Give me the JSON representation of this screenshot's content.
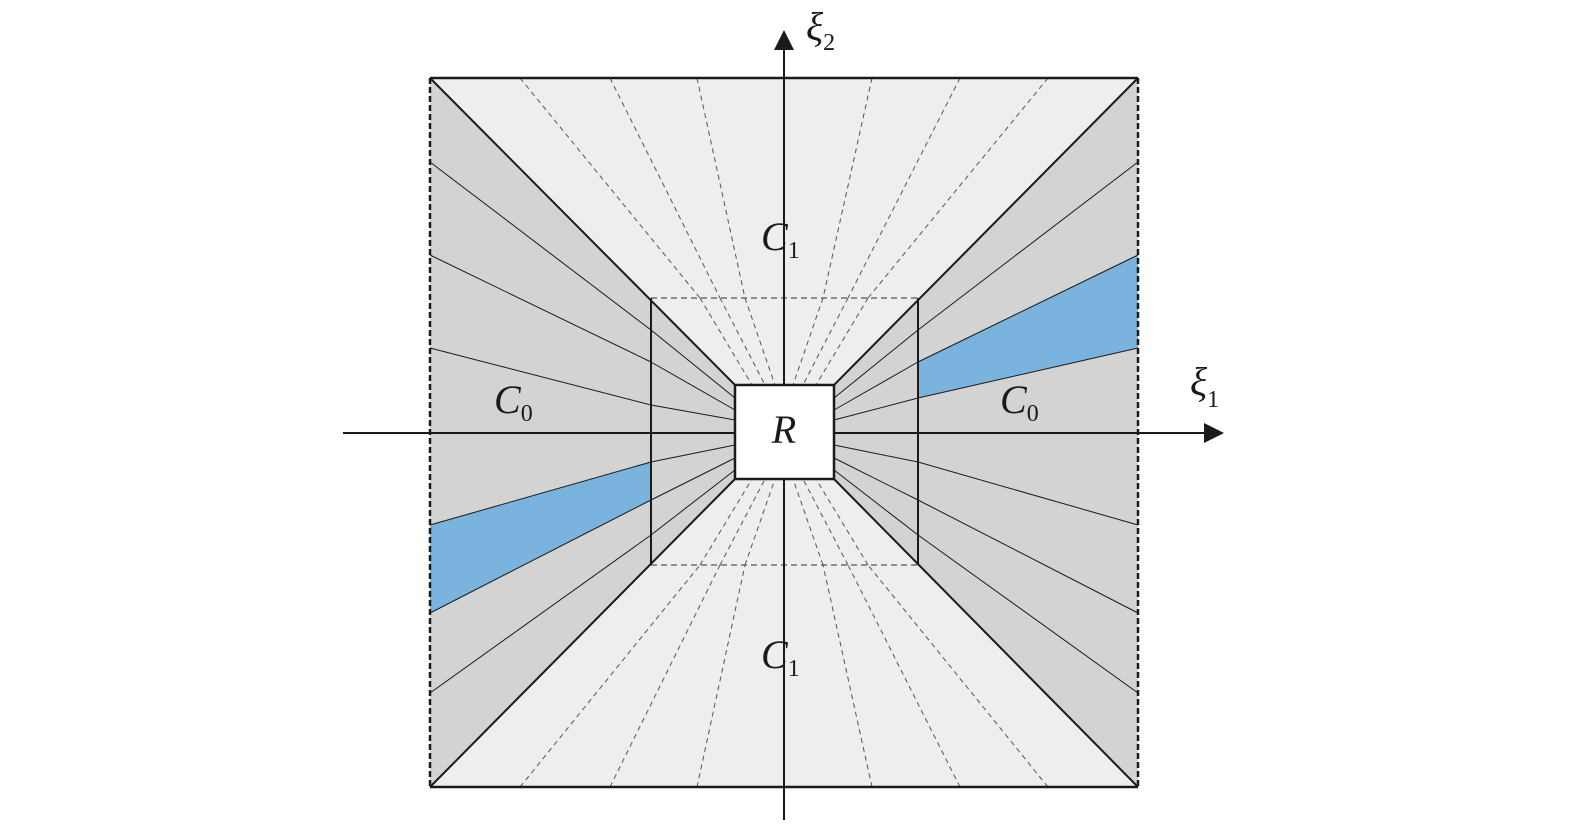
{
  "diagram": {
    "axes": {
      "horizontal": {
        "symbol": "ξ",
        "subscript": "1"
      },
      "vertical": {
        "symbol": "ξ",
        "subscript": "2"
      }
    },
    "regions": {
      "center": "R",
      "upper": {
        "symbol": "C",
        "subscript": "1"
      },
      "lower": {
        "symbol": "C",
        "subscript": "1"
      },
      "left": {
        "symbol": "C",
        "subscript": "0"
      },
      "right": {
        "symbol": "C",
        "subscript": "0"
      }
    },
    "colors": {
      "cone_c0_fill": "#d3d3d3",
      "cone_c1_fill": "#eeeeee",
      "highlight_fill": "#7ab3dd",
      "center_fill": "#ffffff",
      "line": "#1a1a1a"
    }
  }
}
